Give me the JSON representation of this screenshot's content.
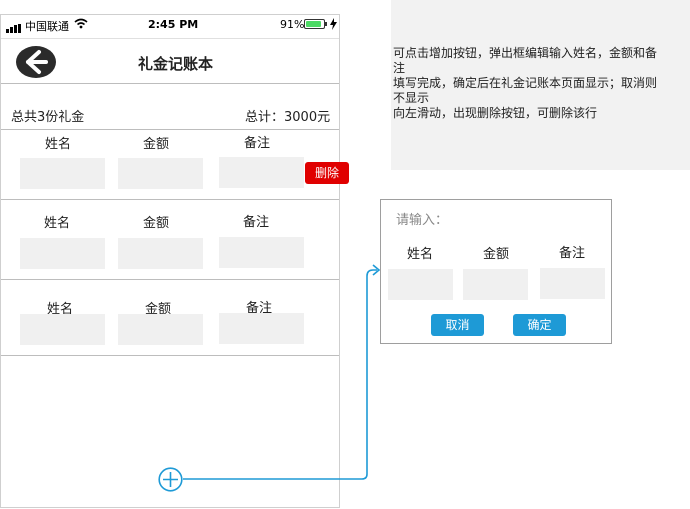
{
  "status_bar": {
    "carrier": "中国联通",
    "time": "2:45 PM",
    "battery": "91%"
  },
  "header": {
    "title": "礼金记账本"
  },
  "summary": {
    "count_label": "总共3份礼金",
    "total_label": "总计：3000元"
  },
  "columns": {
    "name": "姓名",
    "amount": "金额",
    "note": "备注"
  },
  "rows": [
    {
      "delete_label": "删除"
    }
  ],
  "note_box": {
    "lines": [
      "可点击增加按钮，弹出框编辑输入姓名，金额和备",
      "注",
      "填写完成，确定后在礼金记账本页面显示；取消则",
      "不显示",
      "向左滑动，出现删除按钮，可删除该行"
    ]
  },
  "dialog": {
    "title": "请输入：",
    "col_name": "姓名",
    "col_amount": "金额",
    "col_note": "备注",
    "cancel": "取消",
    "confirm": "确定"
  },
  "colors": {
    "accent": "#1e9ad6",
    "delete": "#e00000",
    "cell": "#f0f0f0"
  },
  "icons": {
    "back": "arrow-left-circle-icon",
    "add": "plus-circle-icon"
  }
}
